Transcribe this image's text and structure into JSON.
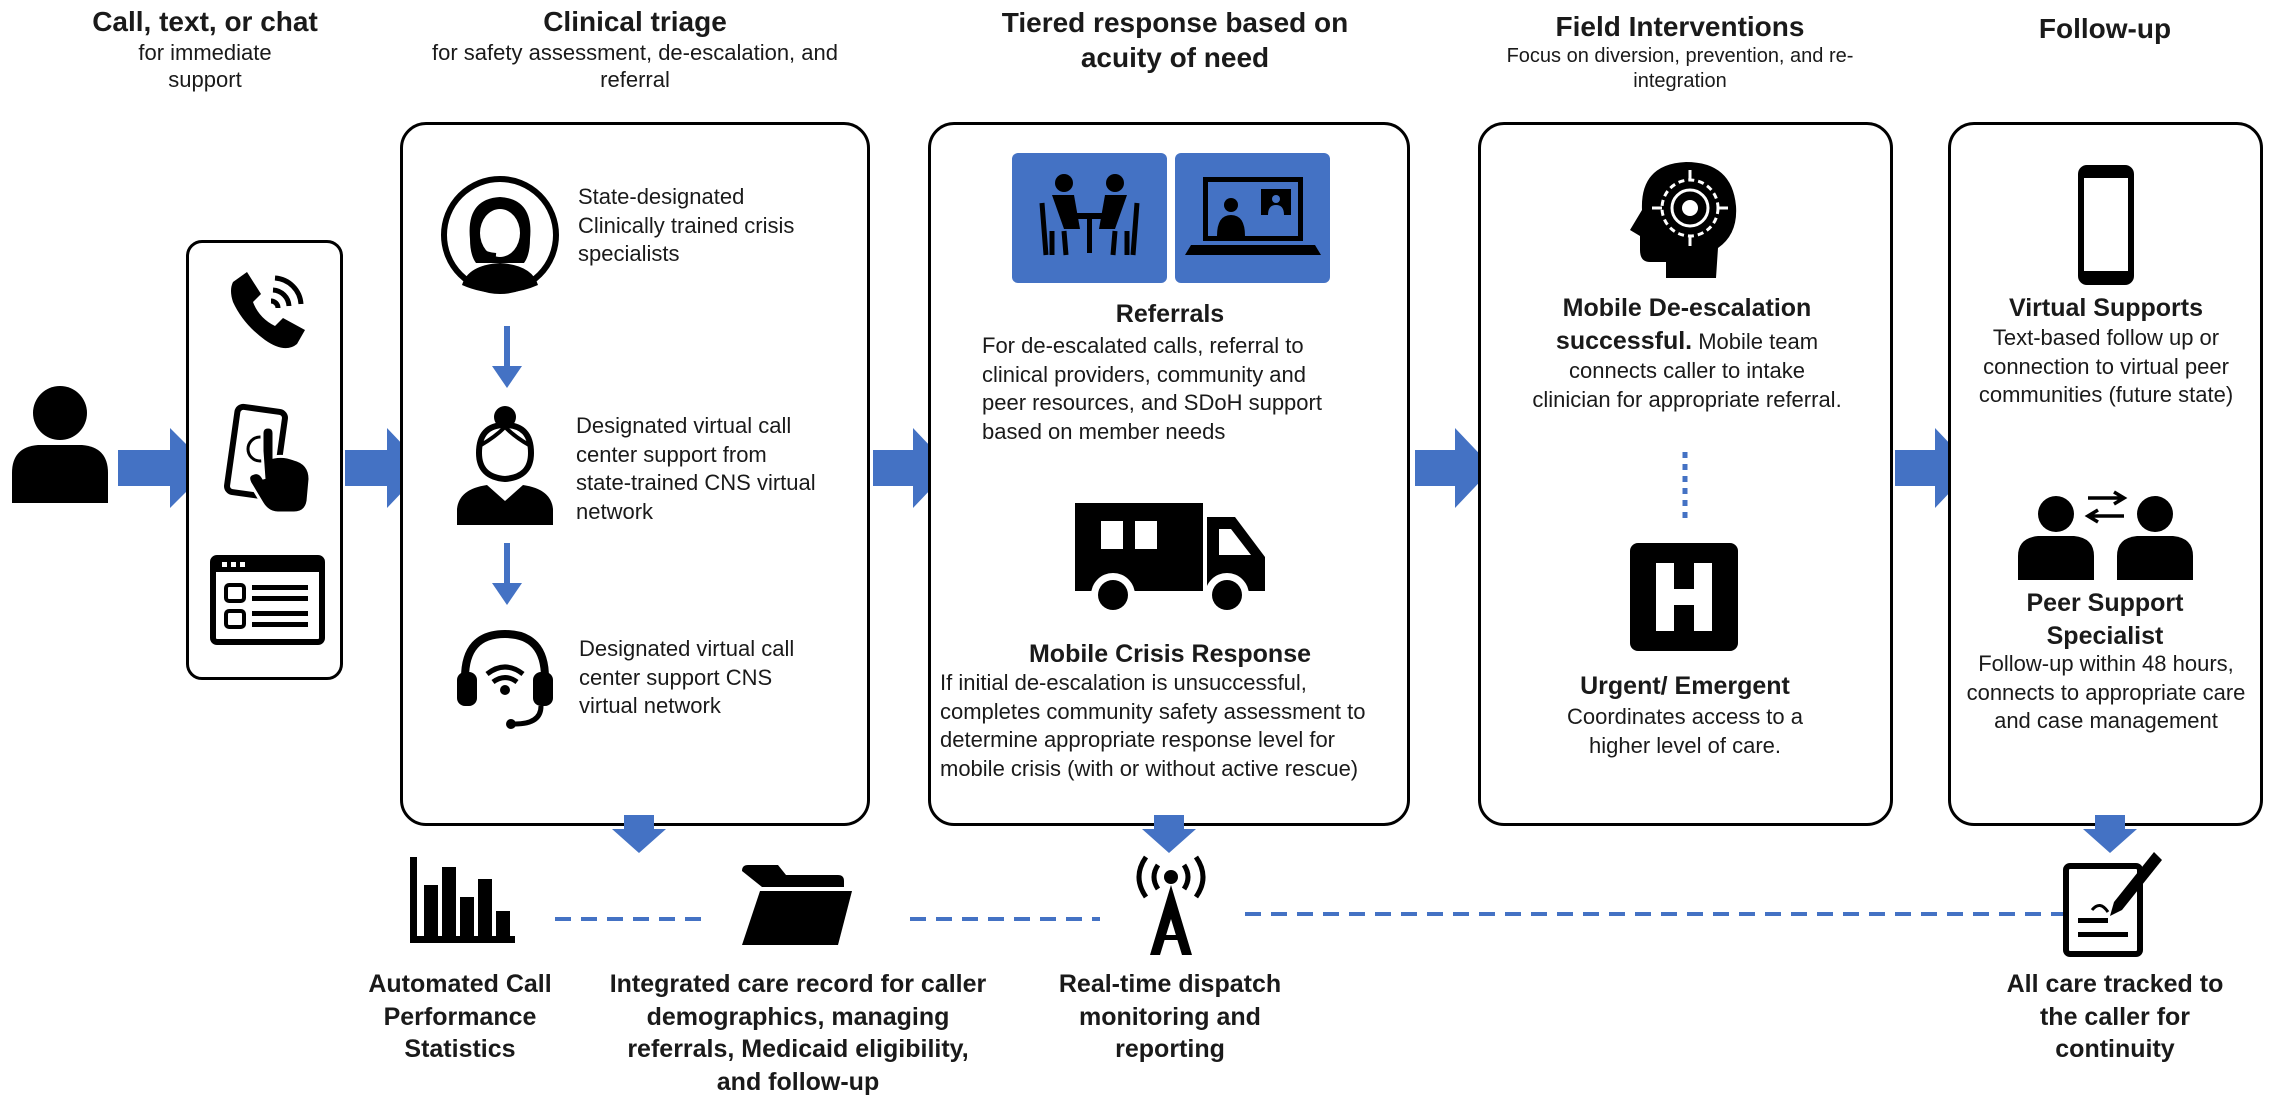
{
  "columns": [
    {
      "title": "Call, text, or chat",
      "subtitle": "for immediate support"
    },
    {
      "title": "Clinical triage",
      "subtitle": "for safety assessment, de-escalation, and referral"
    },
    {
      "title": "Tiered response based on acuity of need",
      "subtitle": ""
    },
    {
      "title": "Field Interventions",
      "subtitle": "Focus on diversion, prevention, and re-integration"
    },
    {
      "title": "Follow-up",
      "subtitle": ""
    }
  ],
  "triage": {
    "item1": "State-designated Clinically trained crisis specialists",
    "item2": "Designated virtual call center support from state-trained CNS virtual network",
    "item3": "Designated virtual call center support CNS virtual network"
  },
  "tiered": {
    "referrals_title": "Referrals",
    "referrals_text": "For de-escalated calls, referral to clinical providers, community and peer resources, and SDoH support based on member needs",
    "mobile_title": "Mobile Crisis Response",
    "mobile_text": "If initial de-escalation is unsuccessful, completes community safety assessment to determine appropriate response level for mobile crisis (with or without active rescue)"
  },
  "field": {
    "deesc_title": "Mobile De-escalation successful.",
    "deesc_text": "Mobile team connects caller to intake clinician for appropriate referral.",
    "urgent_title": "Urgent/ Emergent",
    "urgent_text": "Coordinates access to a  higher level of care."
  },
  "followup": {
    "virtual_title": "Virtual Supports",
    "virtual_text": "Text-based follow up or connection to virtual peer communities (future state)",
    "peer_title": "Peer Support Specialist",
    "peer_text": "Follow-up within 48 hours, connects to appropriate care and case management"
  },
  "bottom": {
    "stats": "Automated Call Performance Statistics",
    "record": "Integrated care record for caller demographics, managing referrals, Medicaid eligibility, and follow-up",
    "dispatch": "Real-time dispatch monitoring and reporting",
    "tracked": "All care tracked to the caller for continuity"
  },
  "colors": {
    "accent": "#4472C4",
    "ink": "#000000"
  },
  "icons": [
    "person-icon",
    "phone-icon",
    "touch-phone-icon",
    "chat-window-icon",
    "headset-woman-icon",
    "agent-icon",
    "wireless-headset-icon",
    "meeting-icon",
    "video-call-icon",
    "ambulance-icon",
    "brain-icon",
    "hospital-icon",
    "smartphone-icon",
    "peer-exchange-icon",
    "bar-chart-icon",
    "folder-icon",
    "antenna-icon",
    "notepad-icon"
  ]
}
